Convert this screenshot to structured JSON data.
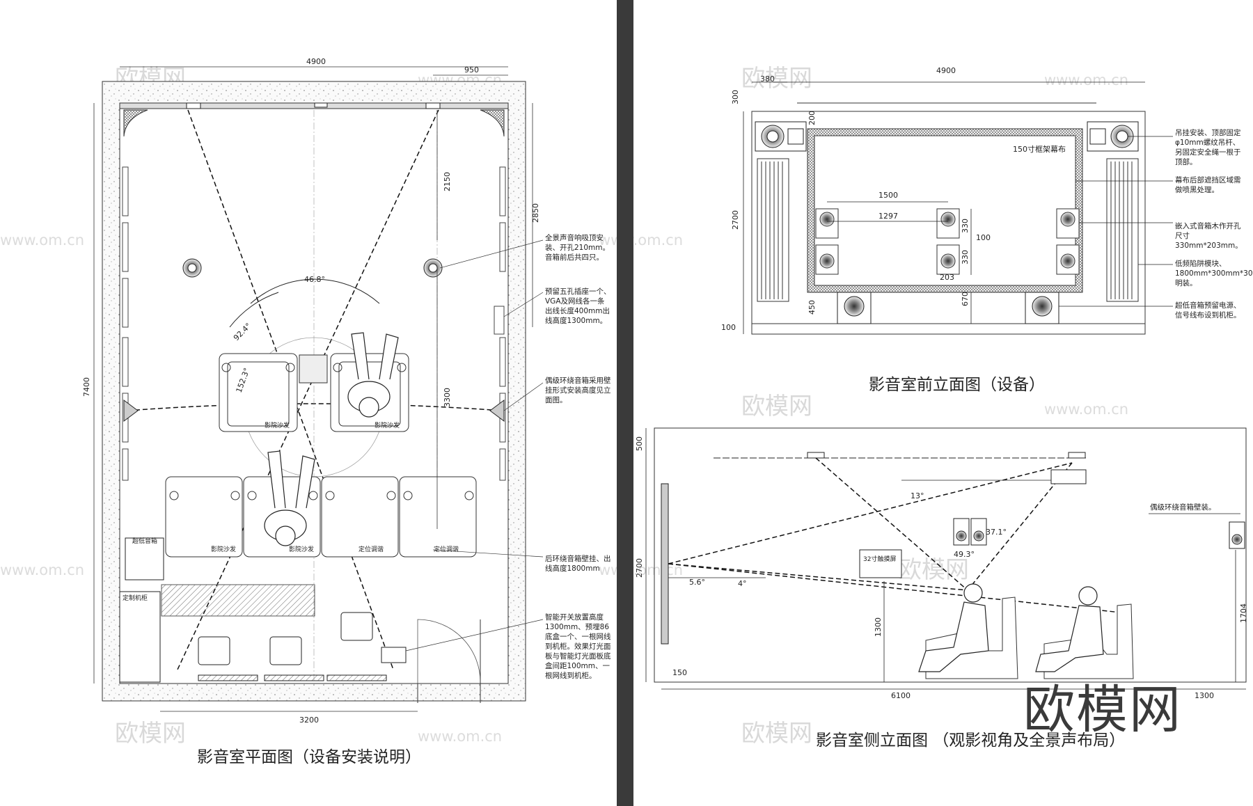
{
  "titles": {
    "plan": "影音室平面图（设备安装说明）",
    "front": "影音室前立面图（设备）",
    "side": "影音室侧立面图 （观影视角及全景声布局）"
  },
  "brand_logo": "欧模网",
  "watermark": {
    "text": "欧模网",
    "url": "www.om.cn"
  },
  "plan": {
    "dims": {
      "top_width": "4900",
      "top_right": "950",
      "left_height": "7400",
      "right_height": "2850",
      "inner_2150": "2150",
      "inner_3300": "3300",
      "bottom_width": "3200"
    },
    "angles": [
      "46.8°",
      "92.4°",
      "152.3°"
    ],
    "labels": {
      "subwoofer": "超低音箱",
      "cabinet": "定制机柜",
      "sofa_a": "影院沙发",
      "sofa_b": "影院沙发",
      "sofa_c": "影院沙发",
      "sofa_d": "影院沙发",
      "sofa_e": "定位调谐",
      "sofa_f": "定位调谐"
    },
    "notes": [
      "全景声音响吸顶安装、开孔210mm。音箱前后共四只。",
      "预留五孔插座一个、VGA及网线各一条出线长度400mm出线高度1300mm。",
      "偶级环绕音箱采用壁挂形式安装高度见立面图。",
      "后环绕音箱壁挂、出线高度1800mm",
      "智能开关放置高度1300mm、预埋86底盒一个、一根网线到机柜。效果灯光面板与智能灯光面板底盒间距100mm、一根网线到机柜。"
    ]
  },
  "front": {
    "dims": {
      "top_width": "4900",
      "left_380": "380",
      "left_300": "300",
      "left_200": "200",
      "left_2700": "2700",
      "left_450": "450",
      "left_100": "100",
      "center_670": "670",
      "center_1500": "1500",
      "center_1297": "1297",
      "center_330a": "330",
      "center_330b": "330",
      "center_100": "100",
      "center_203": "203"
    },
    "screen_label": "150寸框架幕布",
    "notes": [
      "吊挂安装、顶部固定φ10mm螺纹吊杆、另固定安全绳一根于顶部。",
      "幕布后部遮挡区域需做喷黑处理。",
      "嵌入式音箱木作开孔尺寸330mm*203mm。",
      "低频陷阱模块、1800mm*300mm*300mm、明装。",
      "超低音箱预留电源、信号线布设到机柜。"
    ]
  },
  "side": {
    "dims": {
      "left_500": "500",
      "left_2700": "2700",
      "bottom_150": "150",
      "bottom_6100": "6100",
      "bottom_1300": "1300",
      "center_1300": "1300",
      "right_1704": "1704"
    },
    "angles": [
      "13°",
      "37.1°",
      "49.3°",
      "5.6°",
      "4°"
    ],
    "notes": [
      "偶级环绕音箱壁装。"
    ],
    "tv_label": "32寸触摸屏"
  }
}
